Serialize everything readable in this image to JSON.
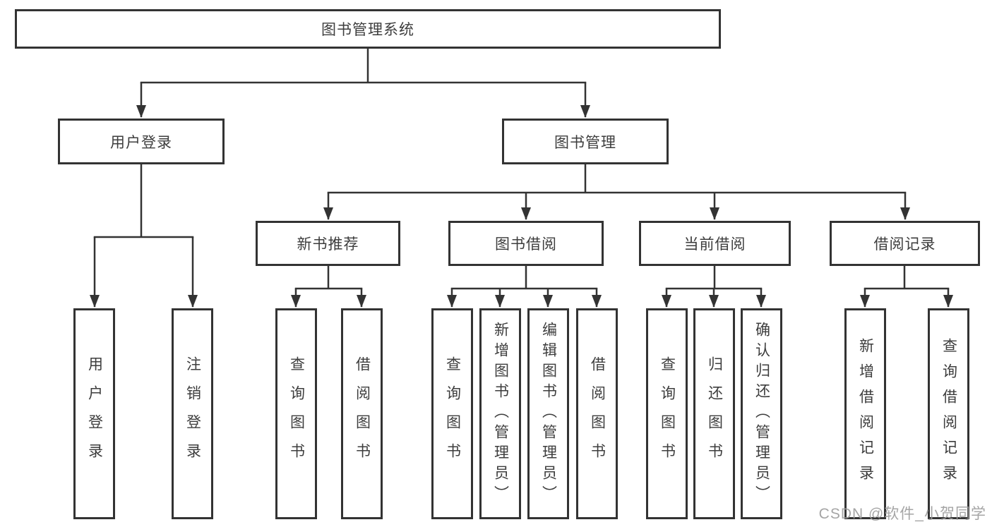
{
  "tree": {
    "label": "图书管理系统",
    "children": [
      {
        "label": "用户登录",
        "children": [
          {
            "label": "用户登录"
          },
          {
            "label": "注销登录"
          }
        ]
      },
      {
        "label": "图书管理",
        "children": [
          {
            "label": "新书推荐",
            "children": [
              {
                "label": "查询图书"
              },
              {
                "label": "借阅图书"
              }
            ]
          },
          {
            "label": "图书借阅",
            "children": [
              {
                "label": "查询图书"
              },
              {
                "label": "新增图书（管理员）"
              },
              {
                "label": "编辑图书（管理员）"
              },
              {
                "label": "借阅图书"
              }
            ]
          },
          {
            "label": "当前借阅",
            "children": [
              {
                "label": "查询图书"
              },
              {
                "label": "归还图书"
              },
              {
                "label": "确认归还（管理员）"
              }
            ]
          },
          {
            "label": "借阅记录",
            "children": [
              {
                "label": "新增借阅记录"
              },
              {
                "label": "查询借阅记录"
              }
            ]
          }
        ]
      }
    ]
  },
  "watermark": {
    "text": "CSDN @软件_小贺同学"
  },
  "colors": {
    "line": "#333333",
    "box-border": "#333333",
    "text": "#3d3d3d",
    "watermark": "#9c9c9c",
    "background": "#ffffff"
  }
}
